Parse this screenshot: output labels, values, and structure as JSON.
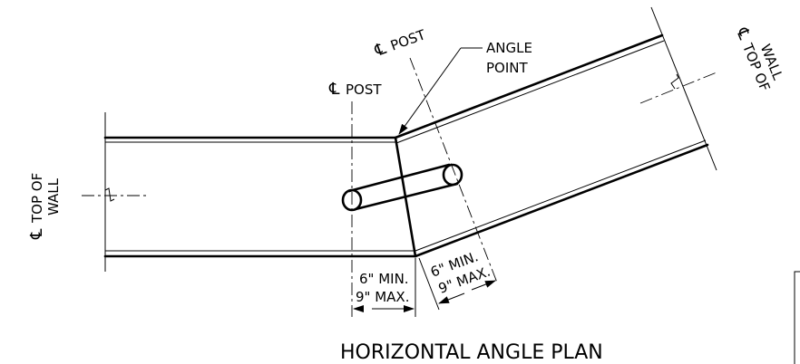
{
  "diagram": {
    "title": "HORIZONTAL ANGLE PLAN",
    "labels": {
      "cl_post_left": "POST",
      "cl_post_right": "POST",
      "angle_point_line1": "ANGLE",
      "angle_point_line2": "POINT",
      "cl_top_of_wall_left_line1": "TOP OF",
      "cl_top_of_wall_left_line2": "WALL",
      "cl_top_of_wall_right_line1": "TOP OF",
      "cl_top_of_wall_right_line2": "WALL",
      "dim_left_min": "6\" MIN.",
      "dim_left_max": "9\" MAX.",
      "dim_right_min": "6\" MIN.",
      "dim_right_max": "9\" MAX."
    },
    "centerline_symbol": "℄"
  }
}
